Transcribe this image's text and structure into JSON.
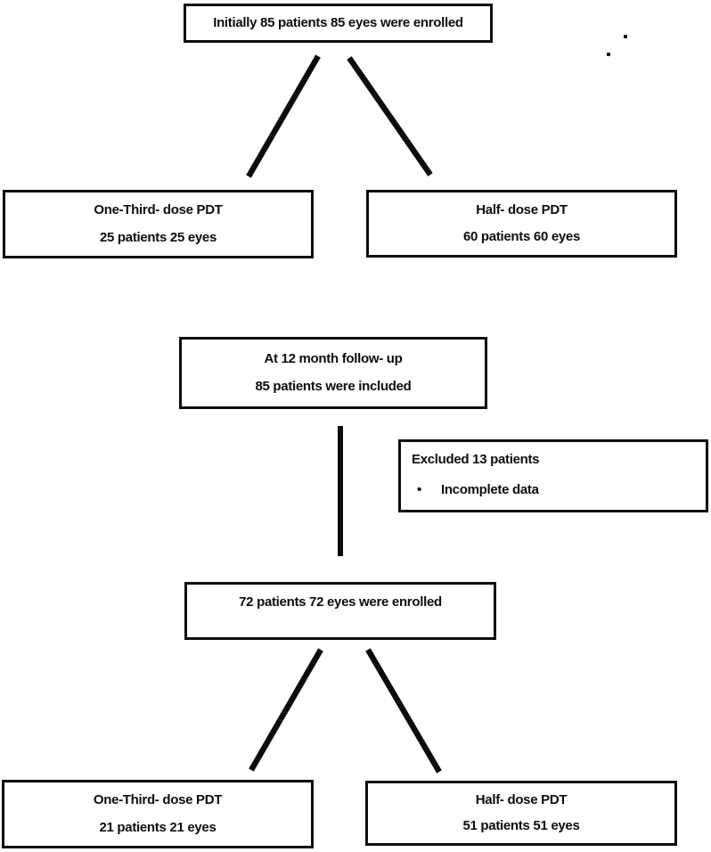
{
  "colors": {
    "ink": "#0d0d0d",
    "background": "#ffffff"
  },
  "flowchart": {
    "initial_box": {
      "text": "Initially 85 patients 85 eyes were enrolled"
    },
    "arm_one_third_initial": {
      "title": "One-Third- dose PDT",
      "count": "25 patients 25 eyes"
    },
    "arm_half_initial": {
      "title": "Half- dose PDT",
      "count": "60 patients 60 eyes"
    },
    "followup_box": {
      "line1": "At 12 month follow- up",
      "line2": "85 patients were included"
    },
    "excluded_box": {
      "title": "Excluded 13 patients",
      "bullet_glyph": "•",
      "bullet_text": "Incomplete data"
    },
    "included_box": {
      "text": "72 patients 72 eyes were enrolled"
    },
    "arm_one_third_final": {
      "title": "One-Third- dose PDT",
      "count": "21 patients 21 eyes"
    },
    "arm_half_final": {
      "title": "Half- dose PDT",
      "count": "51 patients 51 eyes"
    }
  }
}
